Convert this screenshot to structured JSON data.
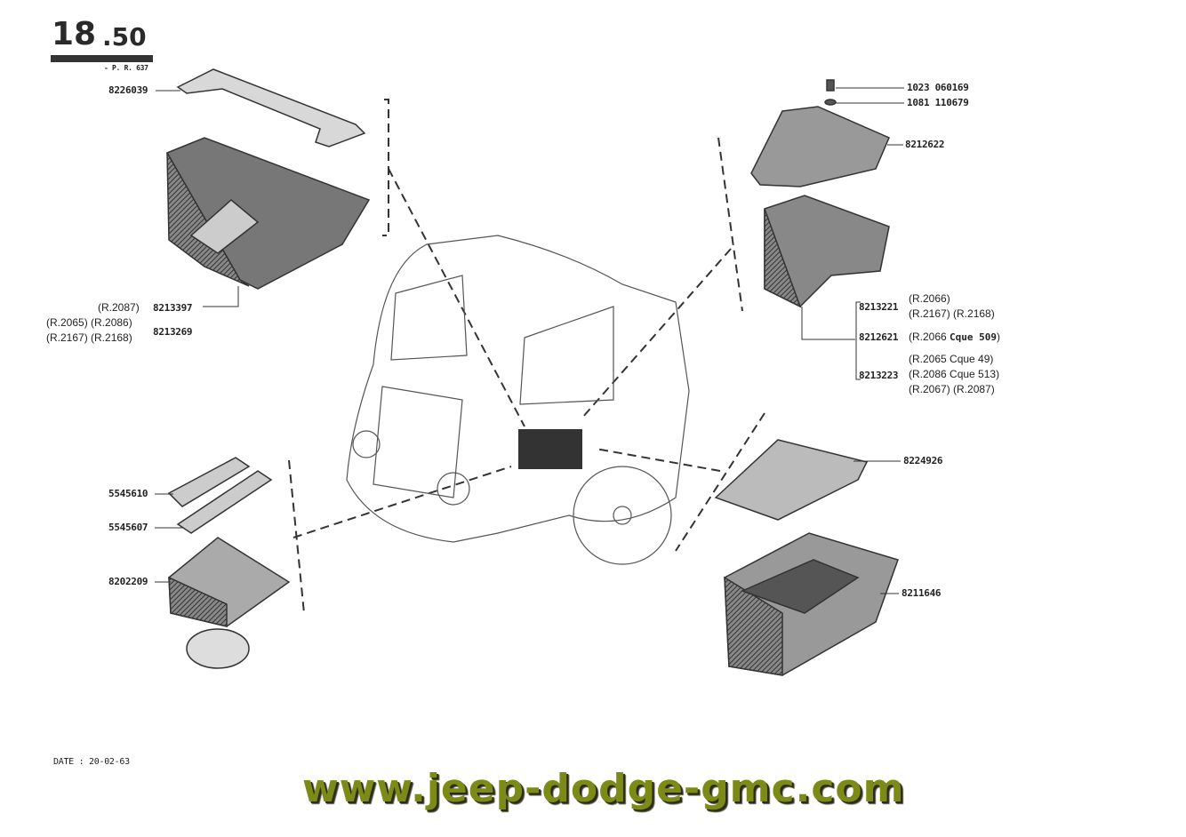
{
  "header": {
    "section_major": "18",
    "section_minor": ".50",
    "reference": "- P. R. 637"
  },
  "parts_top_left": {
    "bracket_part": "8226039",
    "box_refs": [
      {
        "refs": "(R.2087)",
        "part": "8213397"
      },
      {
        "refs_line1": "(R.2065) (R.2086)",
        "refs_line2": "(R.2167) (R.2168)",
        "part": "8213269"
      }
    ]
  },
  "parts_top_right": {
    "bolt": "1023 060169",
    "washer": "1081 110679",
    "cover": "8212622",
    "variants": [
      {
        "part": "8213221",
        "refs": [
          "(R.2066)",
          "(R.2167) (R.2168)"
        ]
      },
      {
        "part": "8212621",
        "refs": [
          "(R.2066 ",
          "Cque ",
          "509",
          ")"
        ]
      },
      {
        "part": "8213223",
        "refs": [
          "(R.2065 Cque 49)",
          "(R.2086 Cque 513)",
          "(R.2067) (R.2087)"
        ]
      }
    ]
  },
  "parts_bottom_left": {
    "strip_a": "5545610",
    "strip_b": "5545607",
    "tray": "8202209"
  },
  "parts_bottom_right": {
    "cover": "8224926",
    "box": "8211646"
  },
  "footer": {
    "date": "DATE : 20-02-63",
    "watermark": "www.jeep-dodge-gmc.com"
  }
}
